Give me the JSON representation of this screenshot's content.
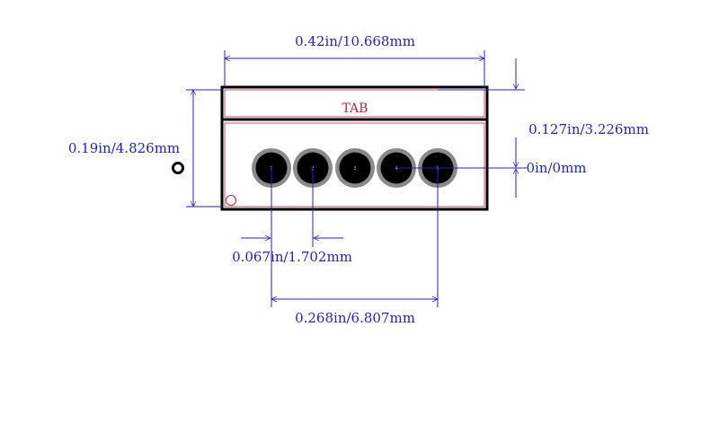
{
  "footprint": {
    "tab_label": "TAB",
    "pins": [
      {
        "number": "1"
      },
      {
        "number": "2"
      },
      {
        "number": "3"
      },
      {
        "number": "4"
      },
      {
        "number": "5"
      }
    ]
  },
  "dimensions": {
    "overall_width": "0.42in/10.668mm",
    "overall_height": "0.19in/4.826mm",
    "tab_offset": "0.127in/3.226mm",
    "row_offset": "0in/0mm",
    "pitch": "0.067in/1.702mm",
    "pin_span": "0.268in/6.807mm"
  },
  "colors": {
    "dimension": "#2323c8",
    "outline": "#000000",
    "courtyard": "#c0253a",
    "pad": "#000000",
    "pad_ring": "#8a8a8a"
  }
}
